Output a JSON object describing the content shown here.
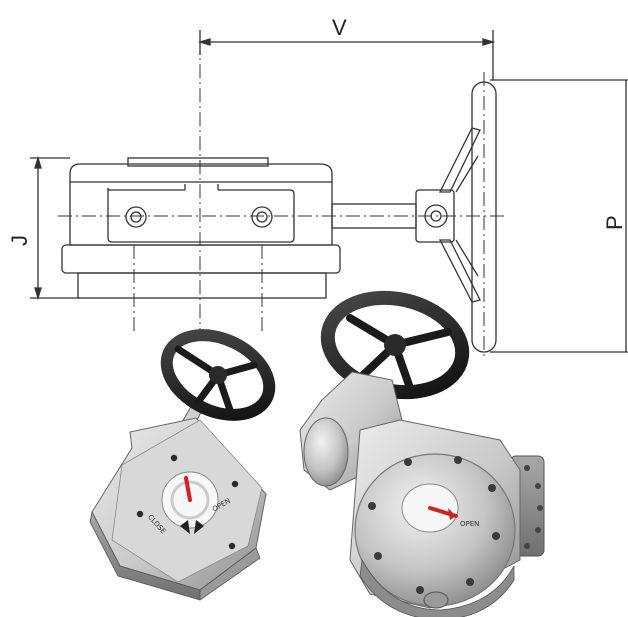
{
  "drawing": {
    "dimensions": {
      "v": "V",
      "j": "J",
      "p": "P"
    }
  },
  "photos": {
    "small_actuator": {
      "dial_text_left": "CLOSE",
      "dial_text_right": "OPEN"
    },
    "large_actuator": {
      "dial_text_right": "OPEN"
    }
  },
  "colors": {
    "line": "#333333",
    "metal_light": "#d9d9d9",
    "metal_mid": "#b5b5b5",
    "metal_dark": "#7d7d7d",
    "handwheel": "#1e1e1e",
    "pointer": "#d42020"
  }
}
